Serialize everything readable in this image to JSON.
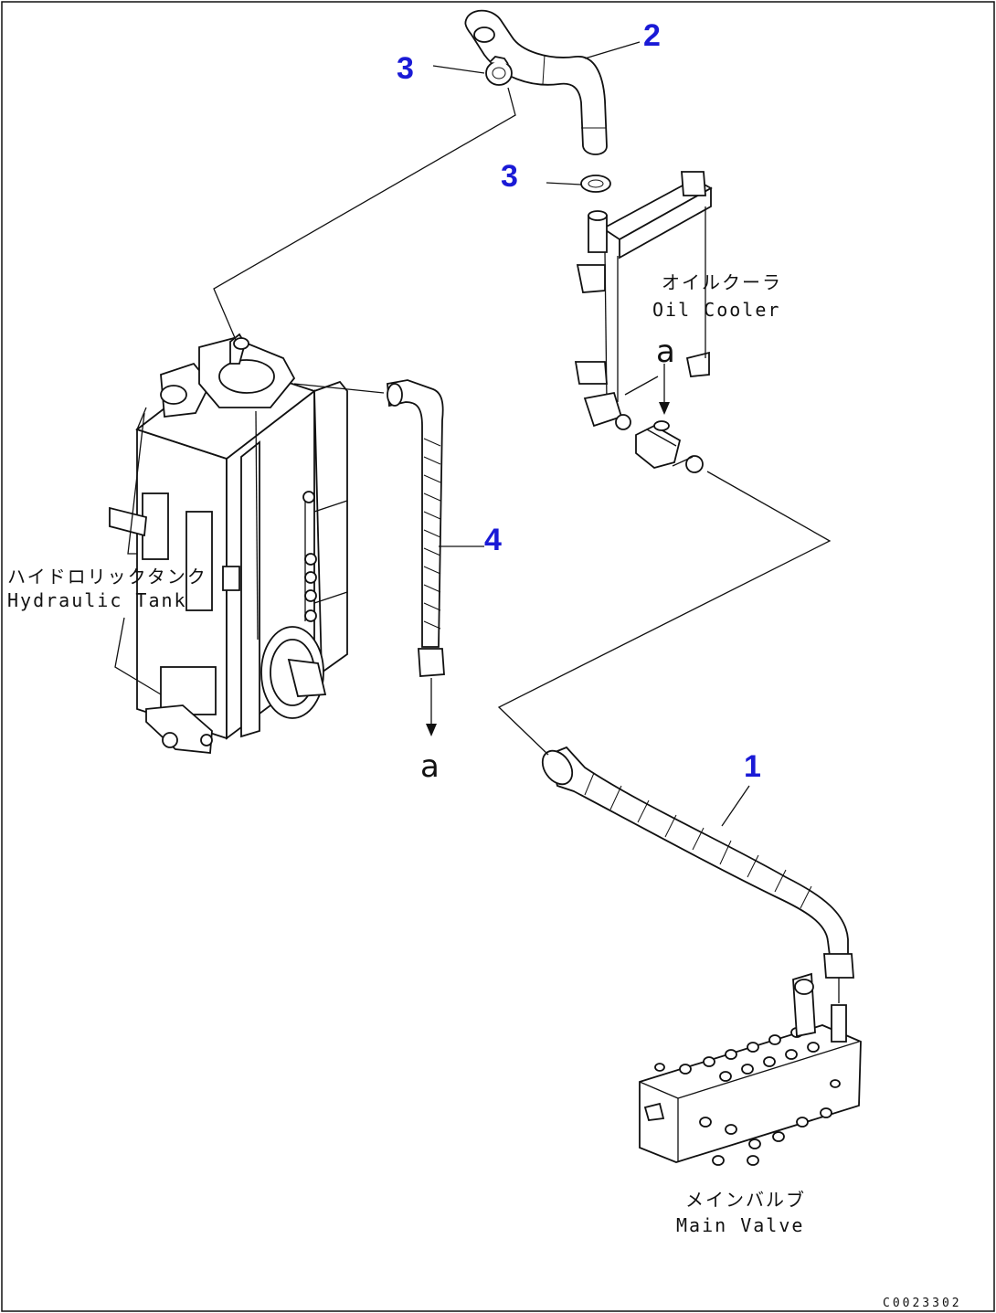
{
  "callouts": {
    "c1": "1",
    "c2": "2",
    "c3a": "3",
    "c3b": "3",
    "c4": "4"
  },
  "labels": {
    "oil_cooler_jp": "オイルクーラ",
    "oil_cooler_en": "Oil Cooler",
    "tank_jp": "ハイドロリックタンク",
    "tank_en": "Hydraulic Tank",
    "valve_jp": "メインバルブ",
    "valve_en": "Main Valve"
  },
  "references": {
    "ref_a_top": "a",
    "ref_a_bottom": "a"
  },
  "drawing_code": "C0023302",
  "colors": {
    "callout": "#1a1ad6",
    "line": "#111111"
  }
}
